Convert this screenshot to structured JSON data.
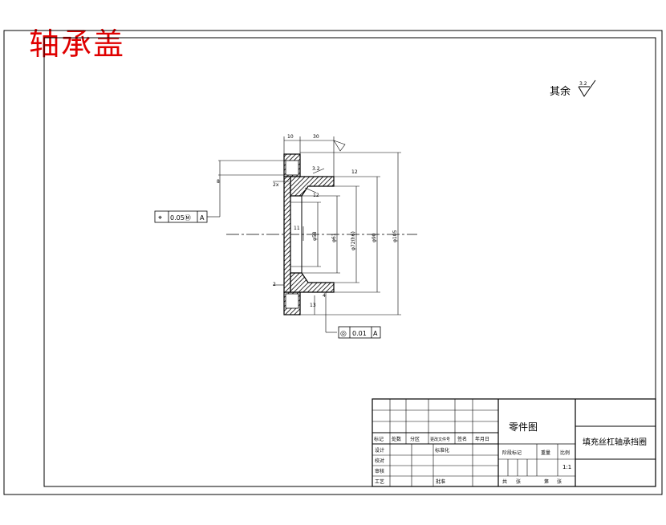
{
  "title": "轴承盖",
  "roughness_note": {
    "label": "其余",
    "value": "3.2"
  },
  "dimensions": {
    "top_width_1": "10",
    "top_width_2": "30",
    "chamfer": "2x",
    "left_height": "8",
    "inner_h": "11",
    "d1": "φ58",
    "d2": "φ61",
    "d3": "φ72(h6)",
    "d4": "φ90",
    "d5": "φ105",
    "small_1": "12",
    "small_2": "4",
    "small_3": "13",
    "left_small": "2",
    "roughness_small_1": "3.2",
    "roughness_small_2": "12"
  },
  "tolerances": [
    {
      "symbol": "⌖",
      "value": "0.05Ⓜ",
      "datum": "A"
    },
    {
      "symbol": "◎",
      "value": "0.01",
      "datum": "A"
    }
  ],
  "title_block": {
    "drawing_type": "零件图",
    "part_name": "填充丝杠轴承挡圈",
    "labels": [
      "标记",
      "处数",
      "分区",
      "更改文件号",
      "签名",
      "年月日"
    ],
    "design_row": [
      "设计",
      "标准化"
    ],
    "proof_row": "校对",
    "review_row": "审核",
    "craft_row": "工艺",
    "approve": "批准",
    "stage_label": "阶段标记",
    "weight": "重量",
    "scale": "比例",
    "scale_value": "1:1",
    "sheet_total": "共",
    "sheet_label": "张",
    "sheet_no": "第",
    "sheet_no_label": "张"
  }
}
